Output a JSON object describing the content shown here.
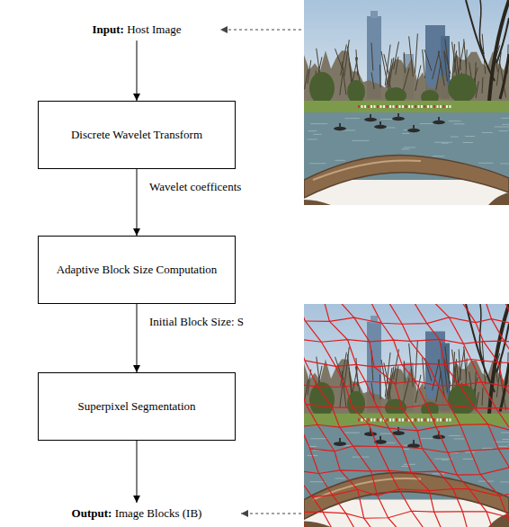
{
  "diagram": {
    "nodes": [
      {
        "text": [
          "Input: Host Image"
        ]
      },
      {
        "text": [
          "Discrete Wavelet Transform"
        ]
      },
      {
        "text": [
          "Adaptive Block Size Computation"
        ]
      },
      {
        "text": [
          "Superpixel Segmentation"
        ]
      },
      {
        "text": [
          "Output: Image Blocks (IB)"
        ]
      }
    ],
    "edges": [
      {
        "from": 0,
        "to": 1,
        "arrow": "to"
      },
      {
        "from": 1,
        "to": 2,
        "label": "Wavelet coefficents",
        "arrow": "to"
      },
      {
        "from": 2,
        "to": 3,
        "label": "Initial Block Size: S",
        "arrow": "to"
      },
      {
        "from": 3,
        "to": 4,
        "arrow": "to"
      }
    ]
  }
}
